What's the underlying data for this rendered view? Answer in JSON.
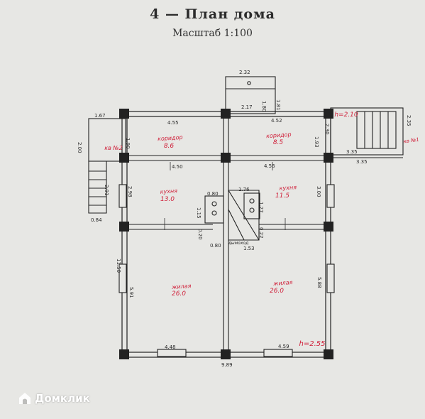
{
  "title": "4 — План дома",
  "scale": "Масштаб 1:100",
  "watermark": "Домклик",
  "dim_color": "#2a2a2a",
  "label_color": "#d0203a",
  "wall_color": "#222222",
  "rooms": [
    {
      "name": "коридор",
      "area": "8.6"
    },
    {
      "name": "коридор",
      "area": "8.5"
    },
    {
      "name": "кухня",
      "area": "13.0"
    },
    {
      "name": "кухня",
      "area": "11.5"
    },
    {
      "name": "жилая",
      "area": "26.0"
    },
    {
      "name": "жилая",
      "area": "26.0"
    }
  ],
  "heights": [
    "h=2.10",
    "h=2.55"
  ],
  "porches": [
    "кв №2",
    "кв №1"
  ],
  "chimney": "дымоход",
  "dimensions": {
    "top_annex": "2.32",
    "annex_side": "1.80",
    "annex_side2": "1.81",
    "top_left_ext": "1.67",
    "top_left": "4.55",
    "top_mid": "2.17",
    "top_right": "4.52",
    "right_porch_top": "2.35",
    "right_wall": "2.30",
    "right_small": "1.93",
    "right_porch_w": "3.35",
    "right_porch_w2": "3.35",
    "left_porch_h": "2.00",
    "left_porch_step": "2.91",
    "left_porch_w": "0.84",
    "corr_left": "1.90",
    "kitchen_left_w": "4.50",
    "kitchen_right_w": "4.56",
    "kitchen_left_h": "2.98",
    "kitchen_right_h": "3.00",
    "stove_left_w": "0.80",
    "stove_left_h": "1.15",
    "stove_right_w": "1.76",
    "stove_right_h": "1.27",
    "stove_gap_a": "0.20",
    "stove_gap_b": "0.80",
    "stove_gap_c": "1.53",
    "stove_gap_d": "0.22",
    "left_total": "11.50",
    "left_room_h": "5.91",
    "right_room_h": "5.88",
    "bottom_left": "4.48",
    "bottom_right": "4.59",
    "bottom_total": "9.89"
  }
}
